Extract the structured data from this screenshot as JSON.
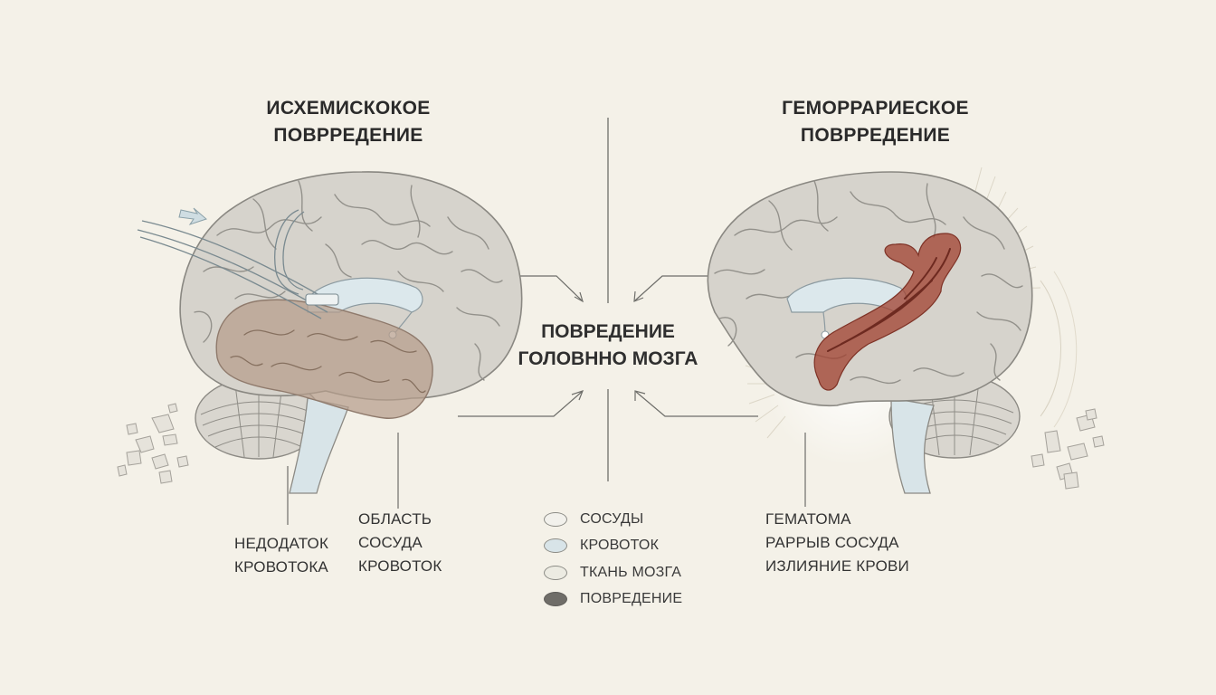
{
  "left_title": [
    "ИСХЕМИСКОКОЕ",
    "ПОВРРЕДЕНИЕ"
  ],
  "right_title": [
    "ГЕМОРРАРИЕСКОЕ",
    "ПОВРРЕДЕНИЕ"
  ],
  "center_title": [
    "ПОВРЕДЕНИЕ",
    "ГОЛОВННО МОЗГА"
  ],
  "left_labels": {
    "col1": [
      "НЕДОДАТОК",
      "КРОВОТОКА"
    ],
    "col2_heading": "ОБЛАСТЬ",
    "col2": [
      "СОСУДА",
      "КРОВОТОК"
    ]
  },
  "right_labels": {
    "heading": "ГЕМАТОМА",
    "lines": [
      "РАРРЫВ СОСУДА",
      "ИЗЛИЯНИЕ КРОВИ"
    ]
  },
  "legend": [
    {
      "label": "СОСУДЫ",
      "color": "#f2f1ec"
    },
    {
      "label": "КРОВОТОК",
      "color": "#d8e4e8"
    },
    {
      "label": "ТКАНЬ МОЗГА",
      "color": "#ecebe2"
    },
    {
      "label": "ПОВРЕДЕНИЕ",
      "color": "#6f6d68"
    }
  ],
  "colors": {
    "background": "#f4f1e8",
    "brain_tissue": "#d6d3cc",
    "ventricle": "#dce8ec",
    "ischemic_area": "#b7a08f",
    "hemorrhage": "#a0402f"
  }
}
